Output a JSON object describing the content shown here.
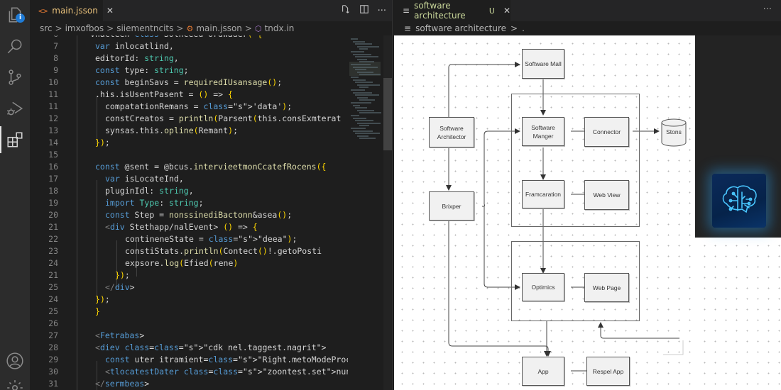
{
  "activity_bar": {
    "items": [
      {
        "name": "explorer",
        "icon": "files-icon",
        "badge": "i"
      },
      {
        "name": "search",
        "icon": "search-icon"
      },
      {
        "name": "source-control",
        "icon": "source-control-icon"
      },
      {
        "name": "run-debug",
        "icon": "run-debug-icon"
      },
      {
        "name": "extensions",
        "icon": "extensions-icon",
        "active": true
      }
    ],
    "bottom": [
      {
        "name": "accounts",
        "icon": "account-icon"
      },
      {
        "name": "manage",
        "icon": "gear-icon"
      }
    ]
  },
  "left_editor": {
    "tab": {
      "label": "main.jsson",
      "icon": "code-icon"
    },
    "actions": [
      "compare-changes-icon",
      "split-editor-icon",
      "more-actions-icon"
    ],
    "more_label": "···",
    "breadcrumb": [
      "src",
      "imxofbos",
      "siiementncits",
      "main.jsson",
      "tndx.in"
    ],
    "breadcrumb_sep": ">",
    "lines": [
      {
        "n": "6",
        "text": "vhacteen class Solnceed ordwader( {"
      },
      {
        "n": "7",
        "text": "var inlocatlind,"
      },
      {
        "n": "8",
        "text": "editorId: string,"
      },
      {
        "n": "9",
        "text": "const type: string;"
      },
      {
        "n": "10",
        "text": "const beginSavs = requiredIUsansage();"
      },
      {
        "n": "11",
        "text": ".his.isUsentPasent = () => {"
      },
      {
        "n": "11",
        "text": "compatationRemans = 'data');"
      },
      {
        "n": "12",
        "text": "constCreatos = println(Parsent(this.consExmterat"
      },
      {
        "n": "13",
        "text": "synsas.this.opline(Remant);"
      },
      {
        "n": "14",
        "text": "});"
      },
      {
        "n": "15",
        "text": ""
      },
      {
        "n": "16",
        "text": "const @sent = @bcus.intervieetmonCcatefRocens({"
      },
      {
        "n": "17",
        "text": "var isLocateInd,"
      },
      {
        "n": "18",
        "text": "pluginIdl: string,"
      },
      {
        "n": "19",
        "text": "import Type: string;"
      },
      {
        "n": "20",
        "text": "const Step = nonssinediBactonn&asea();"
      },
      {
        "n": "21",
        "text": "<div Stethapp/nalEvent> () => {"
      },
      {
        "n": "22",
        "text": "contineneState = \"deea\");"
      },
      {
        "n": "23",
        "text": "constiStats.println(Contect()!.getoPosti"
      },
      {
        "n": "24",
        "text": "expsore.log(Efied(rene)"
      },
      {
        "n": "21",
        "text": "});"
      },
      {
        "n": "25",
        "text": "</div>"
      },
      {
        "n": "24",
        "text": "});"
      },
      {
        "n": "25",
        "text": "}"
      },
      {
        "n": "26",
        "text": ""
      },
      {
        "n": "27",
        "text": "<Fetrabas>"
      },
      {
        "n": "28",
        "text": "<diev class=\"cdk nel.taggest.nagrit\">"
      },
      {
        "n": "29",
        "text": "const uter itramient=\"Right.metoModeProcessos\"P"
      },
      {
        "n": "30",
        "text": "<tlocatestDater class=\"zoontest.set\">nunt(lfcet"
      },
      {
        "n": "31",
        "text": "</sermbeas>"
      }
    ]
  },
  "right_editor": {
    "tab": {
      "label": "software architecture",
      "status": "U",
      "icon": "lines-icon"
    },
    "more_label": "···",
    "breadcrumb": [
      "software architecture",
      ">",
      "."
    ],
    "diagram": {
      "nodes": [
        {
          "id": "software-mall",
          "label": "Software Mall"
        },
        {
          "id": "software-architector",
          "label": "Software Architector"
        },
        {
          "id": "software-manger",
          "label": "Software Manger"
        },
        {
          "id": "connector",
          "label": "Connector"
        },
        {
          "id": "stons",
          "label": "Stons",
          "shape": "database"
        },
        {
          "id": "brixper",
          "label": "Brixper"
        },
        {
          "id": "framcaration",
          "label": "Framcaration"
        },
        {
          "id": "web-view",
          "label": "Web View"
        },
        {
          "id": "optimics",
          "label": "Optimics"
        },
        {
          "id": "web-page",
          "label": "Web Page"
        },
        {
          "id": "app",
          "label": "App"
        },
        {
          "id": "respel-app",
          "label": "Respel App"
        }
      ],
      "edges": [
        [
          "software-architector",
          "software-mall"
        ],
        [
          "software-mall",
          "software-manger"
        ],
        [
          "software-manger",
          "connector"
        ],
        [
          "connector",
          "stons"
        ],
        [
          "software-architector",
          "brixper"
        ],
        [
          "brixper",
          "software-manger"
        ],
        [
          "brixper",
          "optimics"
        ],
        [
          "software-manger",
          "framcaration"
        ],
        [
          "framcaration",
          "web-view"
        ],
        [
          "framcaration",
          "optimics"
        ],
        [
          "optimics",
          "web-page"
        ],
        [
          "brixper",
          "app"
        ],
        [
          "group-2",
          "app"
        ],
        [
          "app",
          "respel-app"
        ]
      ]
    },
    "overlay_icon": "brain-circuit-icon"
  }
}
